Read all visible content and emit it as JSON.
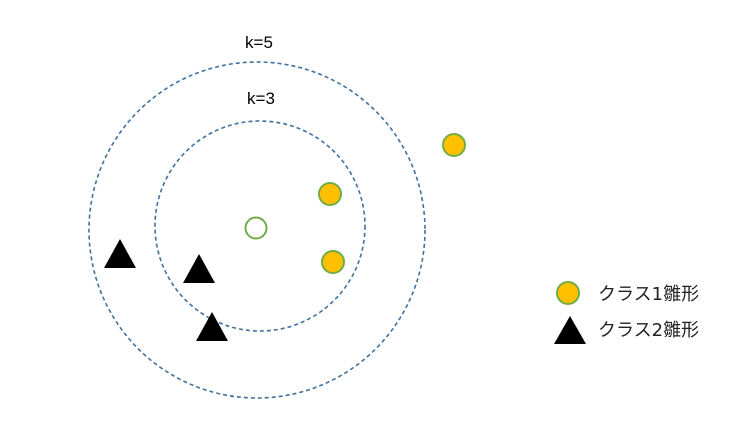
{
  "labels": {
    "outer_k": "k=5",
    "inner_k": "k=3"
  },
  "legend": {
    "class1": "クラス1雛形",
    "class2": "クラス2雛形"
  },
  "colors": {
    "circle_ring": "#41719c",
    "class1_fill": "#ffc000",
    "class1_stroke": "#70ad47",
    "class2_fill": "#000000",
    "query_stroke": "#70ad47",
    "text": "#000000"
  },
  "icons": {
    "class1": "orange-circle-icon",
    "class2": "black-triangle-icon",
    "query": "hollow-green-circle-icon"
  }
}
